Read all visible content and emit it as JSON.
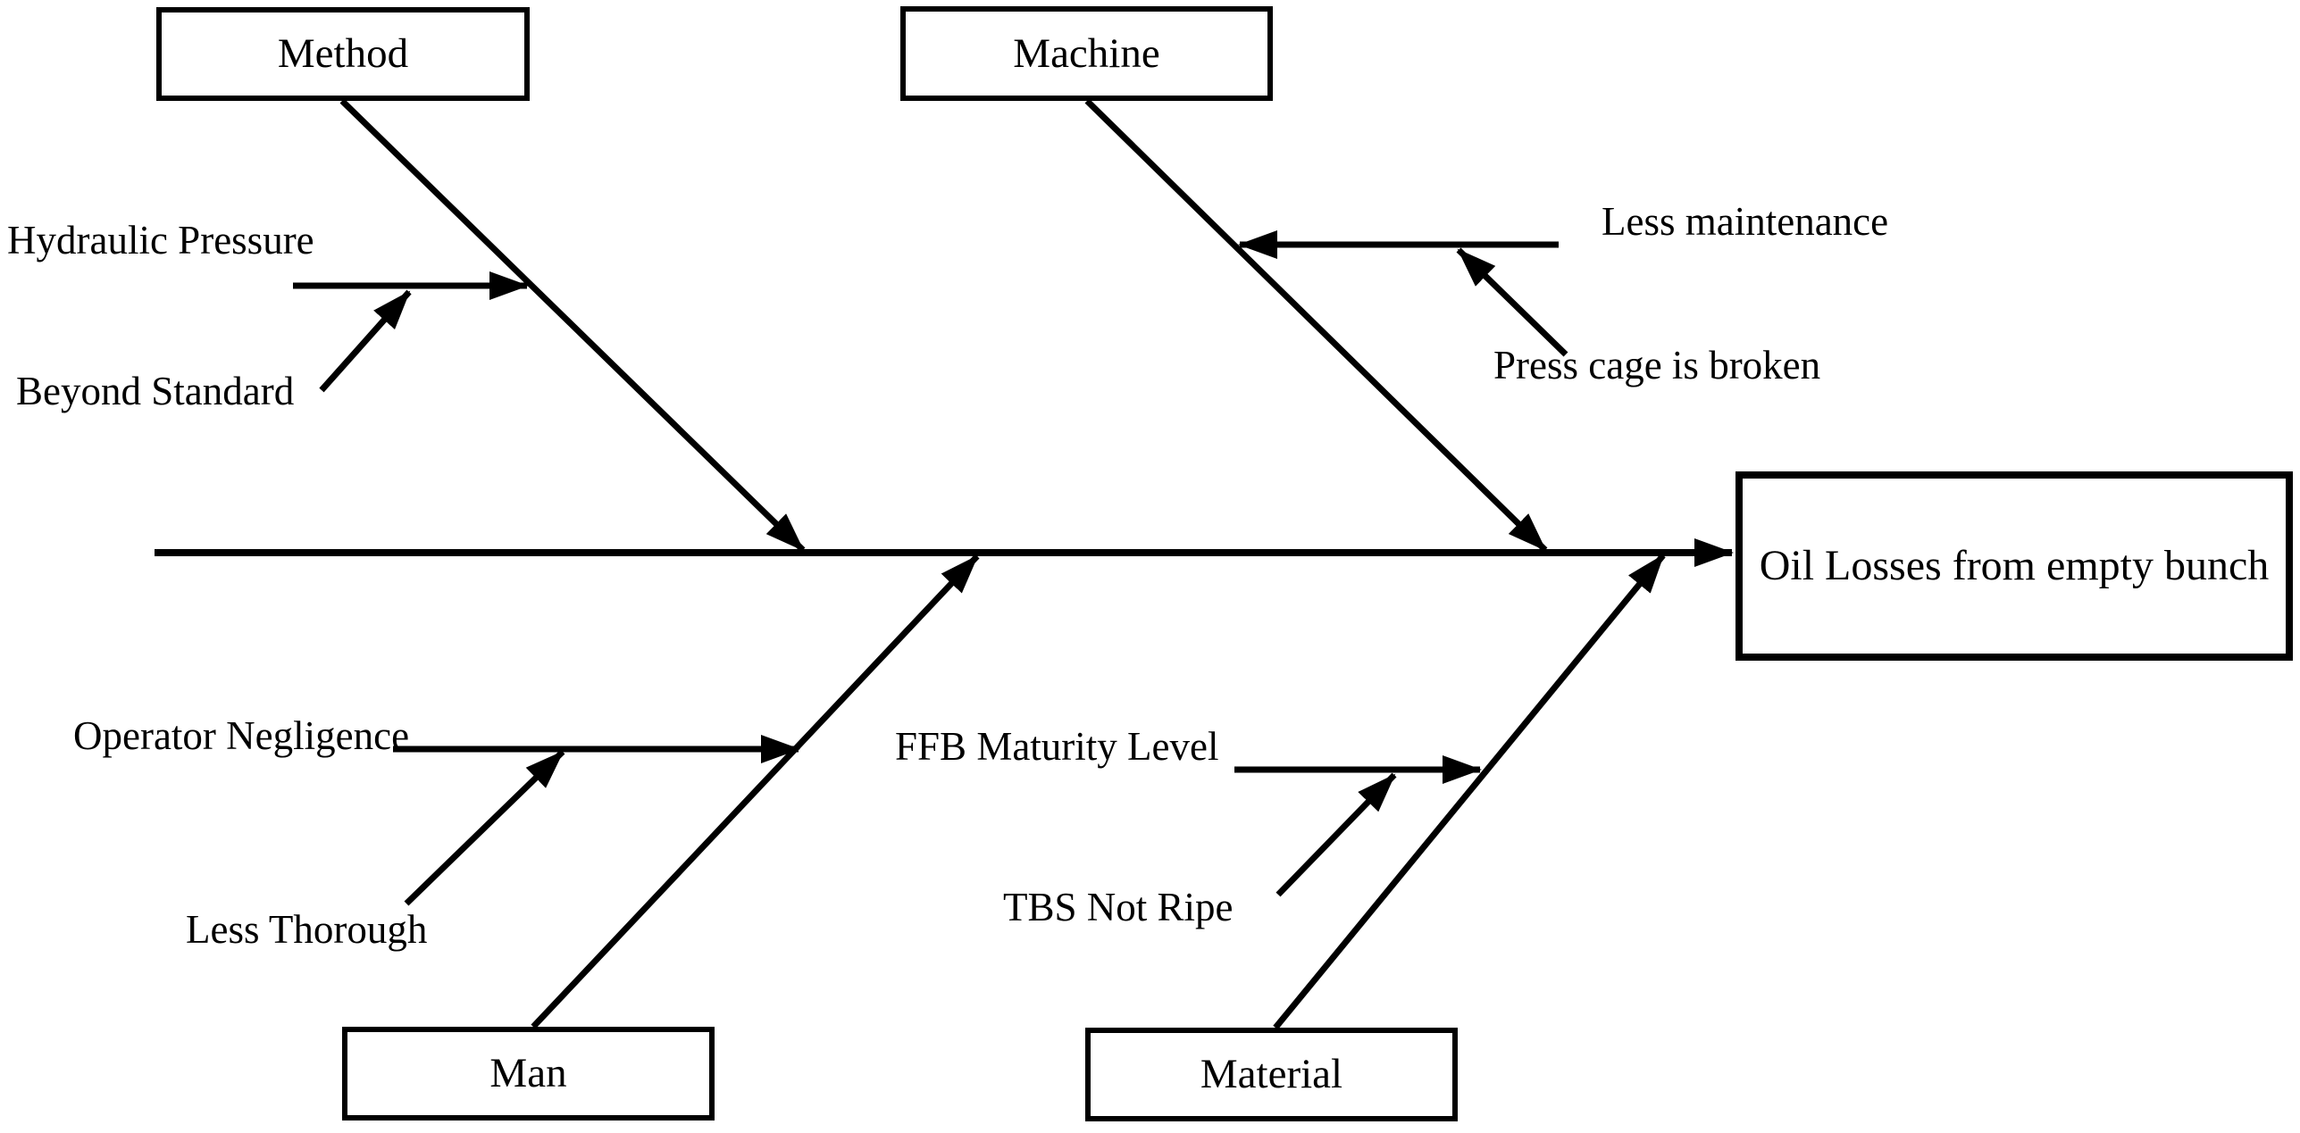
{
  "diagram": {
    "effect": {
      "label": "Oil Losses from empty bunch"
    },
    "categories": [
      {
        "label": "Method",
        "position": "top-left",
        "causes": [
          "Hydraulic Pressure",
          "Beyond Standard"
        ]
      },
      {
        "label": "Machine",
        "position": "top-right",
        "causes": [
          "Less maintenance",
          "Press cage is broken"
        ]
      },
      {
        "label": "Man",
        "position": "bottom-left",
        "causes": [
          "Operator Negligence",
          "Less Thorough"
        ]
      },
      {
        "label": "Material",
        "position": "bottom-right",
        "causes": [
          "FFB Maturity Level",
          "TBS Not Ripe"
        ]
      }
    ],
    "colors": {
      "line": "#000000",
      "text": "#000000",
      "background": "#ffffff",
      "box_border": "#000000"
    }
  }
}
